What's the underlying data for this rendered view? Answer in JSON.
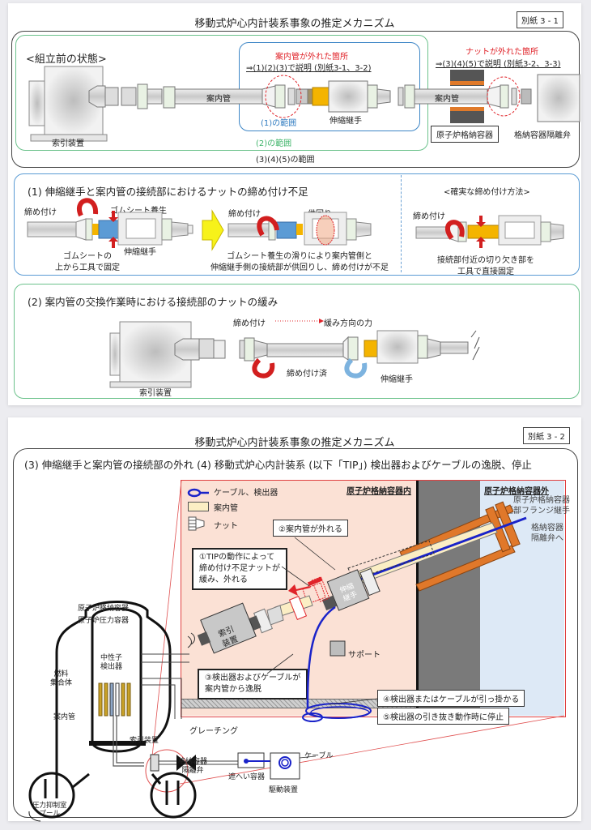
{
  "page1": {
    "title": "移動式炉心内計装系事象の推定メカニズム",
    "sheet_no": "別紙 3 - 1",
    "overview": {
      "heading": "<組立前の状態>",
      "callout_left_title": "案内管が外れた箇所",
      "callout_left_ref": "⇒(1)(2)(3)で説明 (別紙3-1、3-2)",
      "callout_right_title": "ナットが外れた箇所",
      "callout_right_ref": "⇒(3)(4)(5)で説明 (別紙3-2、3-3)",
      "label_indexing_device": "索引装置",
      "label_guide_tube_1": "案内管",
      "label_guide_tube_2": "案内管",
      "label_expansion_joint": "伸縮継手",
      "label_containment": "原子炉格納容器",
      "label_isolation_valve": "格納容器隔離弁",
      "range_1": "(1)の範囲",
      "range_2": "(2)の範囲",
      "range_345": "(3)(4)(5)の範囲"
    },
    "section1": {
      "heading": "(1) 伸縮継手と案内管の接続部におけるナットの締め付け不足",
      "label_tighten_a": "締め付け",
      "label_rubber_sheet": "ゴムシート養生",
      "label_fix_note": "ゴムシートの\n上から工具で固定",
      "label_expansion_joint": "伸縮継手",
      "label_tighten_b": "締め付け",
      "label_co_rotation": "供回り",
      "label_slip_note": "ゴムシート養生の滑りにより案内管側と\n伸縮継手側の接続部が供回りし、締め付けが不足",
      "proper_method_heading": "<確実な締め付け方法>",
      "label_tighten_c": "締め付け",
      "label_proper_note": "接続部付近の切り欠き部を\n工具で直接固定"
    },
    "section2": {
      "heading": "(2) 案内管の交換作業時における接続部のナットの緩み",
      "label_tighten": "締め付け",
      "label_loosen_force": "緩み方向の力",
      "label_tightened": "締め付け済",
      "label_expansion_joint": "伸縮継手",
      "label_indexing_device": "索引装置"
    }
  },
  "page2": {
    "title": "移動式炉心内計装系事象の推定メカニズム",
    "sheet_no": "別紙 3 - 2",
    "heading": "(3) 伸縮継手と案内管の接続部の外れ (4) 移動式炉心内計装系 (以下「TIP」) 検出器およびケーブルの逸脱、停止",
    "legend": [
      {
        "icon": "cable-detector-icon",
        "label": "ケーブル、検出器"
      },
      {
        "icon": "guide-tube-icon",
        "label": "案内管"
      },
      {
        "icon": "nut-icon",
        "label": "ナット"
      }
    ],
    "zone_inside": "原子炉格納容器内",
    "zone_outside": "原子炉格納容器外",
    "label_penetration": "原子炉格納容器\n貫通部フランジ継手",
    "label_to_valve": "格納容器\n隔離弁へ",
    "step1": "①TIPの動作によって\n締め付け不足ナットが\n緩み、外れる",
    "step2": "②案内管が外れる",
    "step3": "③検出器およびケーブルが\n案内管から逸脱",
    "step4": "④検出器またはケーブルが引っ掛かる",
    "step5": "⑤検出器の引き抜き動作時に停止",
    "label_indexing_device_zoom": "索引\n装置",
    "label_expansion_joint_zoom": "伸縮\n継手",
    "label_support": "サポート",
    "label_grating": "グレーチング",
    "reactor": {
      "label_containment": "原子炉格納容器",
      "label_pressure_vessel": "原子炉圧力容器",
      "label_neutron_detector": "中性子\n検出器",
      "label_fuel": "燃料\n集合体",
      "label_guide_tube": "案内管",
      "label_indexing_device": "索引装置",
      "label_isolation_valve": "格納容器\n隔離弁",
      "label_shield": "遮へい容器",
      "label_drive": "駆動装置",
      "label_cable": "ケーブル",
      "label_suppression_pool": "圧力抑制室\nプール"
    }
  },
  "colors": {
    "red": "#e0242a",
    "blue_range": "#2f7bc0",
    "green_range": "#3fb46a",
    "inside_zone": "#fbe1d5",
    "outside_zone": "#dde9f6",
    "cable": "#1a23c9",
    "orange_flange": "#e0782a",
    "yellow_arrow": "#f7f21a",
    "gold": "#f4b400"
  }
}
